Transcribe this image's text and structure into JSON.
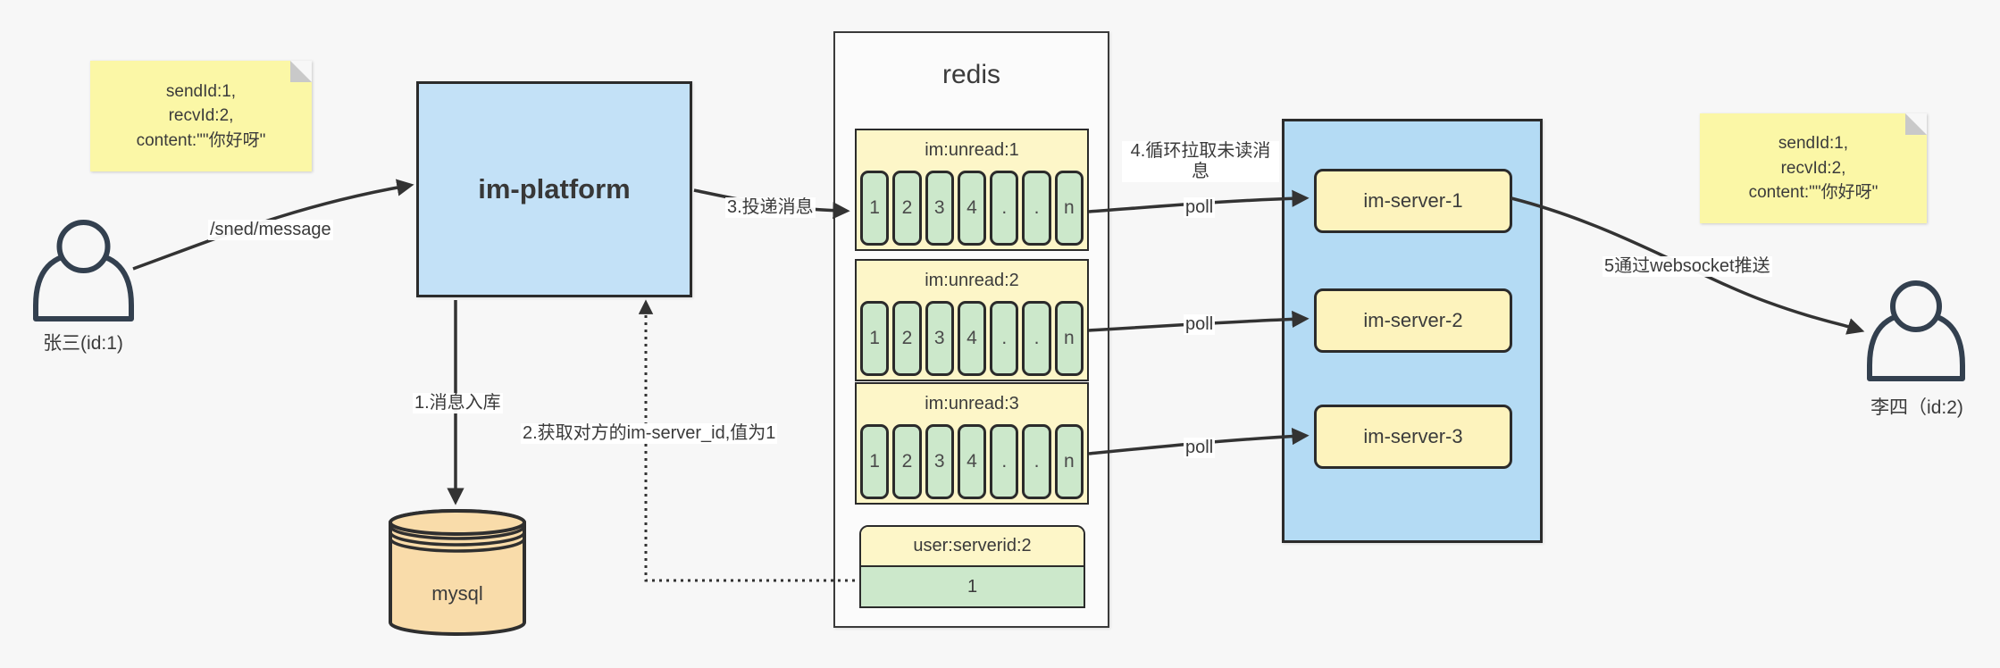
{
  "notes": {
    "left": {
      "line1": "sendId:1,",
      "line2": "recvId:2,",
      "line3": "content:\"\"你好呀\""
    },
    "right": {
      "line1": "sendId:1,",
      "line2": "recvId:2,",
      "line3": "content:\"\"你好呀\""
    }
  },
  "actors": {
    "sender": "张三(id:1)",
    "receiver": "李四（id:2)"
  },
  "platform": {
    "label": "im-platform"
  },
  "database": {
    "label": "mysql"
  },
  "redis": {
    "title": "redis",
    "queues": [
      {
        "label": "im:unread:1",
        "cells": [
          "1",
          "2",
          "3",
          "4",
          ".",
          ".",
          "n"
        ]
      },
      {
        "label": "im:unread:2",
        "cells": [
          "1",
          "2",
          "3",
          "4",
          ".",
          ".",
          "n"
        ]
      },
      {
        "label": "im:unread:3",
        "cells": [
          "1",
          "2",
          "3",
          "4",
          ".",
          ".",
          "n"
        ]
      }
    ],
    "kv": {
      "key": "user:serverid:2",
      "value": "1"
    }
  },
  "cluster": {
    "servers": [
      "im-server-1",
      "im-server-2",
      "im-server-3"
    ]
  },
  "edges": {
    "send_api": "/sned/message",
    "step1": "1.消息入库",
    "step2": "2.获取对方的im-server_id,值为1",
    "step3": "3.投递消息",
    "step4": "4.循环拉取未读消息",
    "step5": "5通过websocket推送",
    "poll": "poll"
  },
  "colors": {
    "background": "#f7f7f7",
    "note_yellow": "#fbf7a6",
    "queue_yellow": "#fdf6c8",
    "server_yellow": "#fdf3bd",
    "cell_green": "#cce8cb",
    "platform_blue": "#c3e1f7",
    "cluster_blue": "#b4dbf4",
    "db_tan": "#f9dcaa",
    "stroke": "#333333"
  }
}
